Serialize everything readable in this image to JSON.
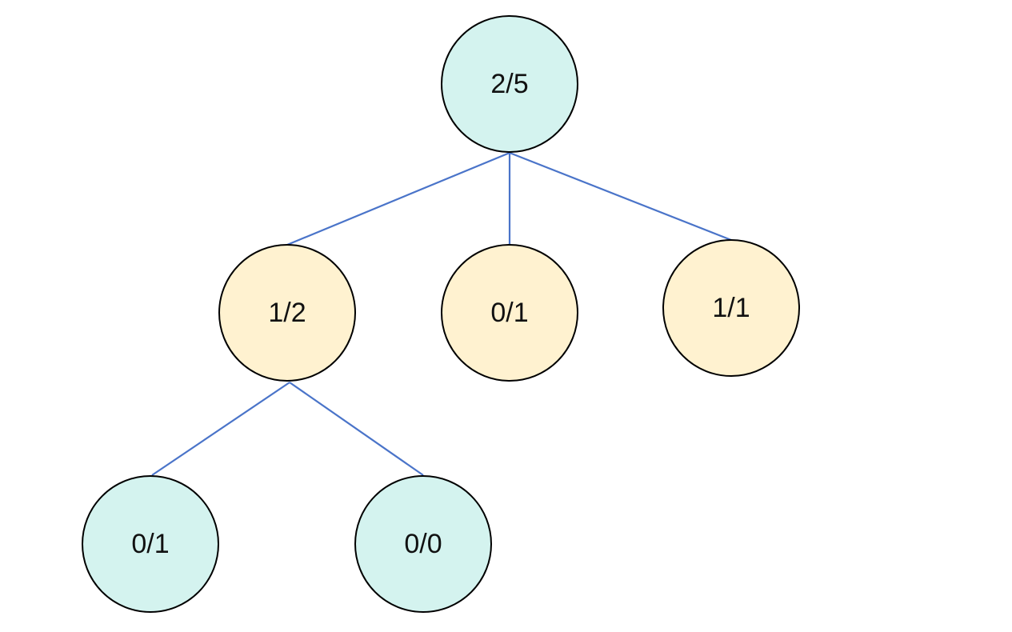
{
  "colors": {
    "edge": "#4a74c9",
    "node_stroke": "#000000",
    "teal_fill": "#d4f3ef",
    "yellow_fill": "#fff2d0"
  },
  "tree": {
    "root": {
      "label": "2/5",
      "fill": "teal",
      "children": [
        {
          "label": "1/2",
          "fill": "yellow",
          "children": [
            {
              "label": "0/1",
              "fill": "teal"
            },
            {
              "label": "0/0",
              "fill": "teal"
            }
          ]
        },
        {
          "label": "0/1",
          "fill": "yellow"
        },
        {
          "label": "1/1",
          "fill": "yellow"
        }
      ]
    }
  }
}
